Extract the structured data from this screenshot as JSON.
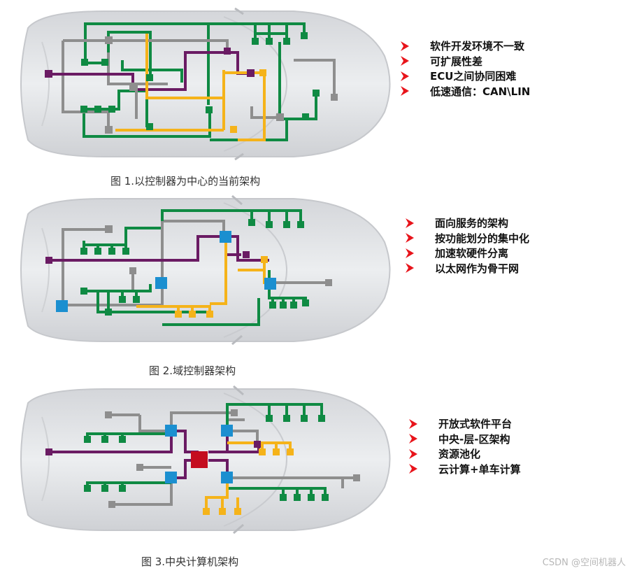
{
  "colors": {
    "green": "#0f8a43",
    "purple": "#6a1b63",
    "yellow": "#f5b31a",
    "gray": "#8e8e8e",
    "blue": "#1b8fd0",
    "red": "#c40d1f",
    "arrow": "#e8141b",
    "car": "#e2e4e7"
  },
  "icons": {
    "bullet": "arrow-bullet-icon"
  },
  "diagrams": [
    {
      "caption": "图 1.以控制器为中心的当前架构",
      "bullets": [
        "软件开发环境不一致",
        "可扩展性差",
        "ECU之间协同困难",
        "低速通信：CAN\\LIN"
      ]
    },
    {
      "caption": "图 2.域控制器架构",
      "bullets": [
        "面向服务的架构",
        "按功能划分的集中化",
        "加速软硬件分离",
        "以太网作为骨干网"
      ]
    },
    {
      "caption": "图 3.中央计算机架构",
      "bullets": [
        "开放式软件平台",
        "中央-层-区架构",
        "资源池化",
        "云计算+单车计算"
      ]
    }
  ],
  "watermark": "CSDN @空间机器人"
}
